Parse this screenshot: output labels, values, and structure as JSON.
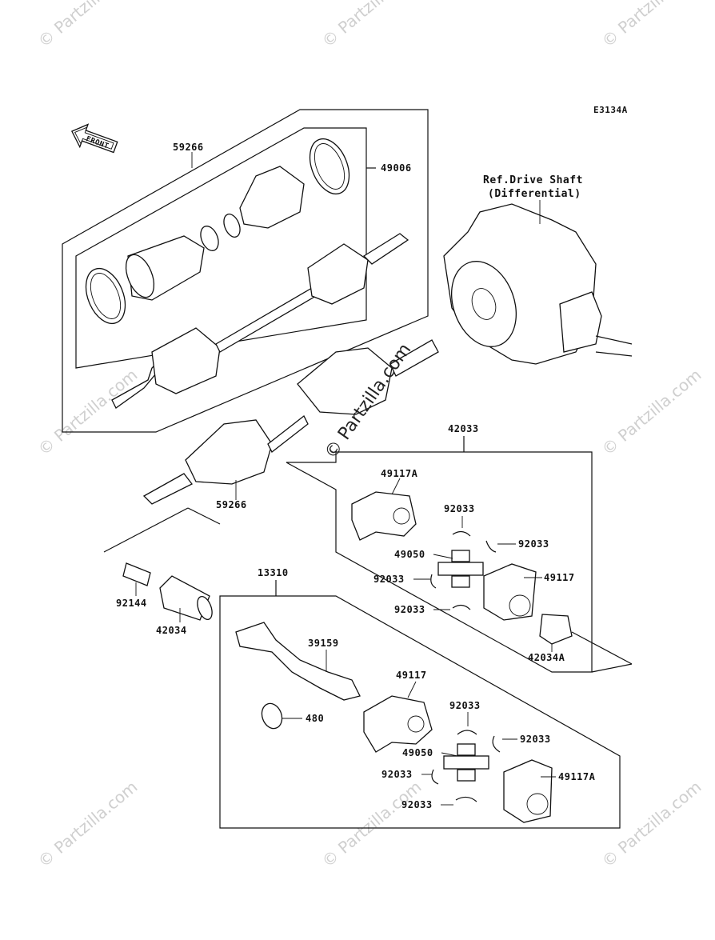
{
  "diagram": {
    "code": "E3134A",
    "ref_line1": "Ref.Drive Shaft",
    "ref_line2": "(Differential)",
    "front_label": "FRONT",
    "center_watermark": "© Partzilla.com",
    "watermark": "© Partzilla.com",
    "labels": {
      "p59266_top": "59266",
      "p49006": "49006",
      "p59266_bottom": "59266",
      "p42033": "42033",
      "p49117A_top": "49117A",
      "p92033_a": "92033",
      "p92033_b": "92033",
      "p49050_top": "49050",
      "p92033_c": "92033",
      "p49117_top": "49117",
      "p92033_d": "92033",
      "p42034A": "42034A",
      "p92144": "92144",
      "p42034": "42034",
      "p13310": "13310",
      "p39159": "39159",
      "p49117_bottom": "49117",
      "p480": "480",
      "p92033_e": "92033",
      "p92033_f": "92033",
      "p49050_bottom": "49050",
      "p92033_g": "92033",
      "p49117A_bottom": "49117A",
      "p92033_h": "92033"
    }
  }
}
